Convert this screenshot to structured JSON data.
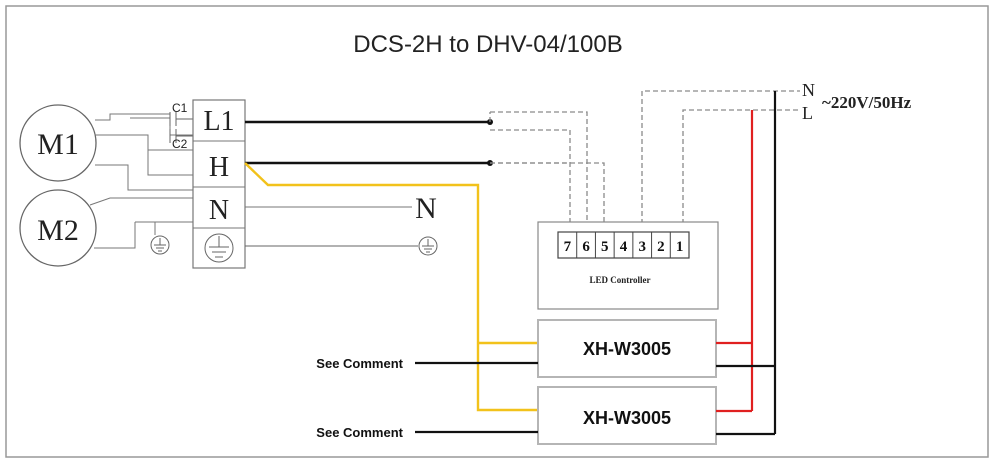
{
  "title": "DCS-2H to DHV-04/100B",
  "motors": {
    "m1": "M1",
    "m2": "M2"
  },
  "capacitors": {
    "c1": "C1",
    "c2": "C2"
  },
  "terminal_block": {
    "l1": "L1",
    "h": "H",
    "n": "N"
  },
  "neutral_label": "N",
  "power": {
    "n": "N",
    "l": "L",
    "spec": "~220V/50Hz"
  },
  "led_controller": {
    "label": "LED Controller",
    "terminals": [
      "7",
      "6",
      "5",
      "4",
      "3",
      "2",
      "1"
    ]
  },
  "modules": [
    {
      "label": "XH-W3005",
      "comment": "See Comment"
    },
    {
      "label": "XH-W3005",
      "comment": "See Comment"
    }
  ],
  "colors": {
    "wire_black": "#111111",
    "wire_gray": "#8a8a8a",
    "wire_yellow": "#f2c21b",
    "wire_red": "#e02020",
    "box_border": "#b5b5b5",
    "frame": "#999999"
  }
}
